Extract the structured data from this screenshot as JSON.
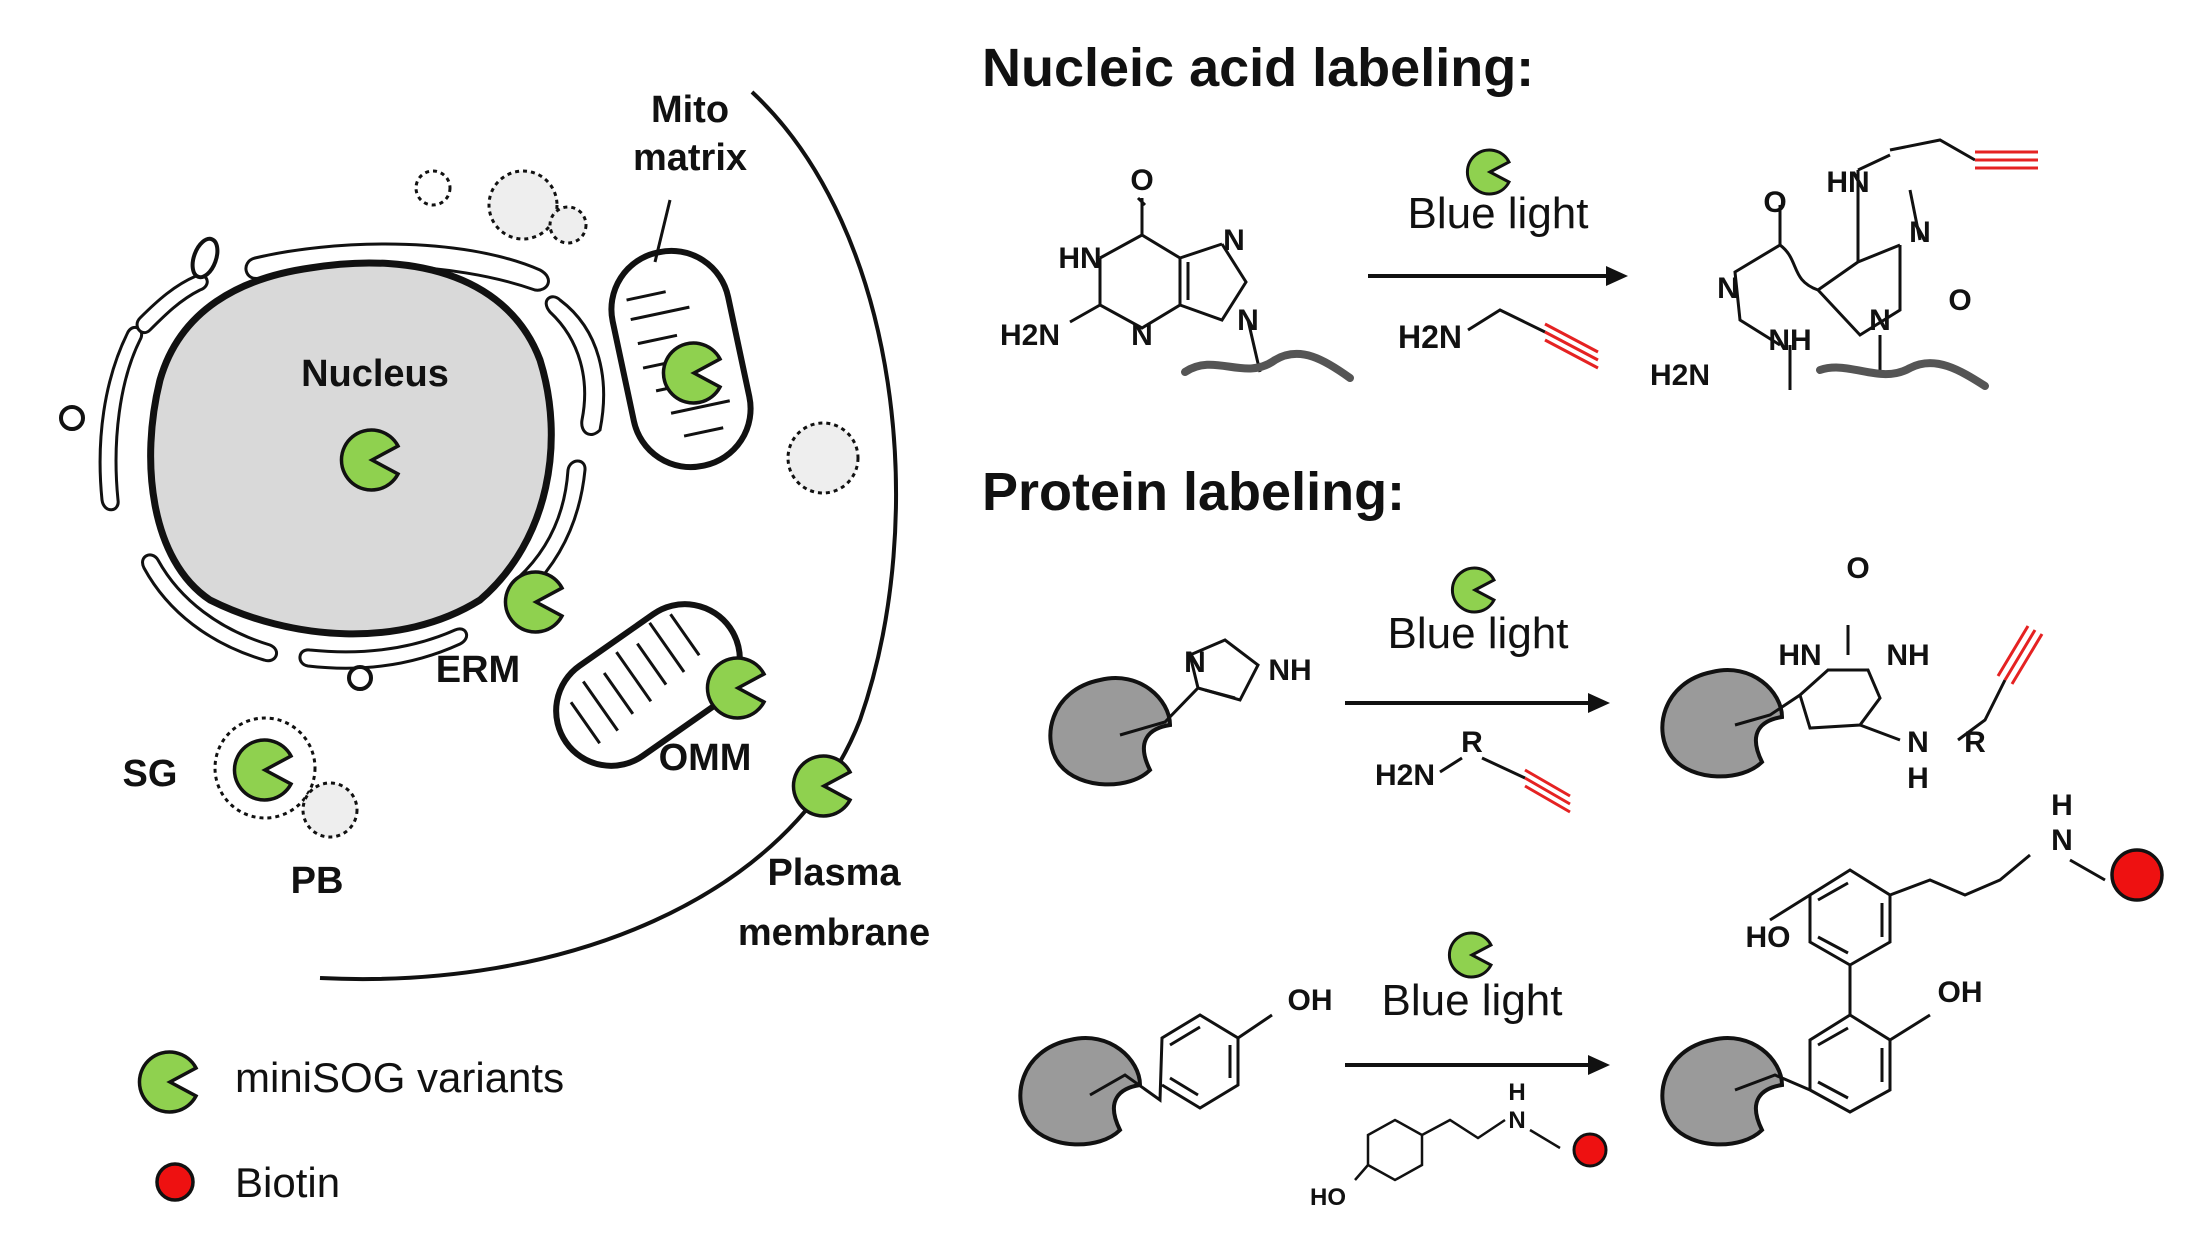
{
  "cell": {
    "nucleus": "Nucleus",
    "mito_line1": "Mito",
    "mito_line2": "matrix",
    "erm": "ERM",
    "omm": "OMM",
    "sg": "SG",
    "pb": "PB",
    "plasma_line1": "Plasma",
    "plasma_line2": "membrane"
  },
  "legend": {
    "minisog": "miniSOG variants",
    "biotin": "Biotin"
  },
  "nucleic": {
    "heading": "Nucleic acid labeling:",
    "light": "Blue light",
    "atoms": {
      "o": "O",
      "hn": "HN",
      "n": "N",
      "h2n": "H2N",
      "nh": "NH",
      "h2n_reagent": "H2N"
    }
  },
  "protein": {
    "heading": "Protein labeling:",
    "light1": "Blue light",
    "light2": "Blue light",
    "atoms": {
      "n": "N",
      "nh": "NH",
      "hn": "HN",
      "o": "O",
      "r": "R",
      "h": "H",
      "oh": "OH",
      "ho": "HO",
      "h2n": "H2N"
    }
  },
  "colors": {
    "minisog_fill": "#8fd14f",
    "biotin_fill": "#ee1111",
    "protein_fill": "#9a9a9a",
    "alkyne": "#e52222",
    "nucleus_fill": "#d9d9d9"
  }
}
